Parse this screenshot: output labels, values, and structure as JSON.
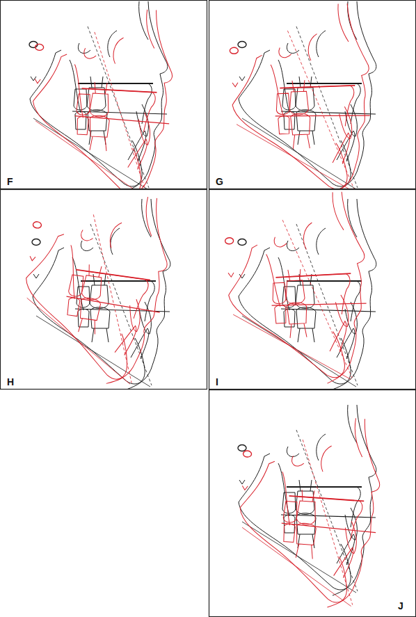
{
  "diagram": {
    "labels": [
      "F",
      "G",
      "H",
      "I",
      "J"
    ]
  }
}
